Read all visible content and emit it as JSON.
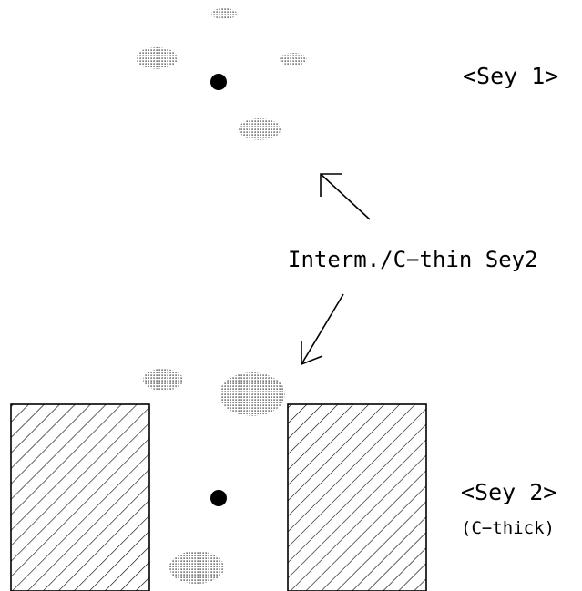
{
  "diagram": {
    "labels": {
      "sey1": "<Sey 1>",
      "intermediate": "Interm./C−thin Sey2",
      "sey2": "<Sey 2>",
      "cthick": "(C−thick)"
    },
    "colors": {
      "ink": "#000000",
      "background": "#ffffff"
    }
  }
}
